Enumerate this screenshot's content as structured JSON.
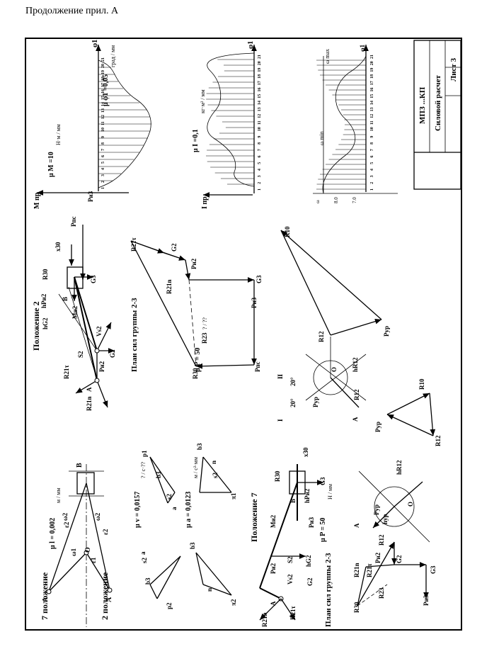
{
  "caption": "Продолжение прил. А",
  "title_block": {
    "code": "МПЗ ...КП",
    "title": "Силовой расчет",
    "sheet": "Лист 3"
  },
  "graphs": {
    "g1": {
      "y_axis": "M пр",
      "x_axis": "φ1",
      "scale_main": "μ M =10",
      "scale_main_unit": "Н·м / мм",
      "scale_phi": "μ φ1 =0,05",
      "scale_phi_unit": "град / мм",
      "ticks": [
        "1",
        "2",
        "3",
        "4",
        "5",
        "6",
        "7",
        "8",
        "9",
        "10",
        "11",
        "12",
        "13",
        "14",
        "15",
        "16",
        "17",
        "18",
        "19",
        "20",
        "21"
      ]
    },
    "g2": {
      "y_axis": "I пр",
      "x_axis": "φ1",
      "scale_main": "μ I =0,1",
      "scale_main_unit": "кг·м² / мм",
      "ticks": [
        "1",
        "2",
        "3",
        "4",
        "5",
        "6",
        "7",
        "8",
        "9",
        "10",
        "11",
        "12",
        "13",
        "14",
        "15",
        "16",
        "17",
        "18",
        "19",
        "20",
        "21"
      ]
    },
    "g3": {
      "x_axis": "φ1",
      "omega_max": "ω max",
      "omega_min": "ω min",
      "y_ticks": [
        "ω",
        "8.0",
        "7.0"
      ],
      "ticks": [
        "1",
        "2",
        "3",
        "4",
        "5",
        "6",
        "7",
        "8",
        "9",
        "10",
        "11",
        "12",
        "13",
        "14",
        "15",
        "16",
        "17",
        "18",
        "19",
        "20",
        "21"
      ]
    }
  },
  "labels": {
    "pos2": "Положение 2",
    "pos7": "Положение 7",
    "plan_top": "План сил группы 2-3",
    "plan_bottom": "План сил группы 2-3",
    "mu_p_top": "μ P = 50",
    "mu_p_bottom": "μ P = 50",
    "mu_p_unit_top": "? / ??",
    "mu_p_unit_bottom": "Н / мм",
    "mu_l": "μ l = 0,002",
    "mu_l_unit": "м / мм",
    "mu_v": "μ v = 0,0157",
    "mu_v_unit": "? / с·??",
    "mu_a": "μ a = 0,0123",
    "mu_a_unit": "м / с²·мм",
    "pos7_mech": "7 положение",
    "pos2_mech": "2 положение",
    "roman_1": "I",
    "roman_2": "II",
    "angle1": "20°",
    "angle2": "20°"
  },
  "vectors": {
    "R21t": "R21τ",
    "R21n": "R21n",
    "R30": "R30",
    "G3": "G3",
    "G2": "G2",
    "Pn3": "Pи3",
    "Pn2": "Pи2",
    "Ppc": "Pпс",
    "R23": "R23",
    "R12": "R12",
    "R10": "R10",
    "Pur": "Pур",
    "Vs2": "Vs2",
    "Mn2": "Mи2",
    "x30": "x30",
    "hPn2": "hPи2",
    "hG2": "hG2",
    "hR12": "hR12",
    "hur": "hур"
  },
  "points": {
    "A": "A",
    "B": "B",
    "O": "O",
    "S2": "S2",
    "p1": "p1",
    "p2": "p2",
    "b3": "b3",
    "s2": "s2",
    "a": "a",
    "pi1": "π1",
    "pi2": "π2",
    "n": "n",
    "w1": "ω1",
    "w2": "ω2",
    "e1": "ε1",
    "e2": "ε2"
  }
}
